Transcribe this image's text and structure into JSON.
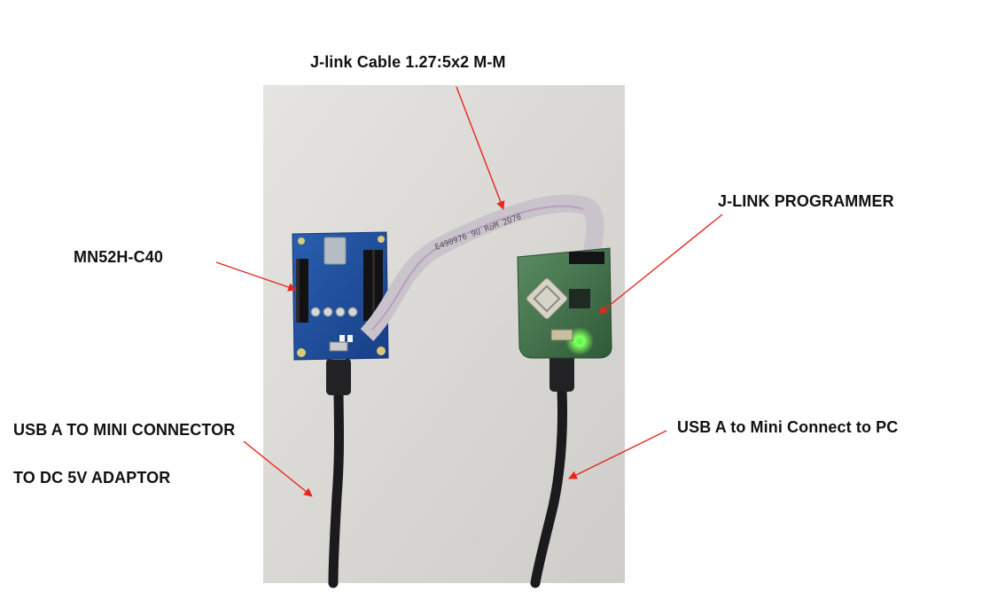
{
  "labels": {
    "cable": "J-link Cable 1.27:5x2 M-M",
    "programmer": "J-LINK PROGRAMMER",
    "board": "MN52H-C40",
    "usb_left_1": "USB A TO MINI CONNECTOR",
    "usb_left_2": "TO DC 5V ADAPTOR",
    "usb_right": "USB A to Mini Connect to PC"
  },
  "pcb_silkscreen": "E490976 9U RoM 2D70",
  "colors": {
    "arrow": "#e8261f",
    "board": "#1f4f9e",
    "programmer": "#3f6f4a",
    "cable": "#c9c3cc",
    "usb_cable": "#1b1b1d",
    "led": "#5cff4a",
    "background_photo": "#dcdad6"
  }
}
